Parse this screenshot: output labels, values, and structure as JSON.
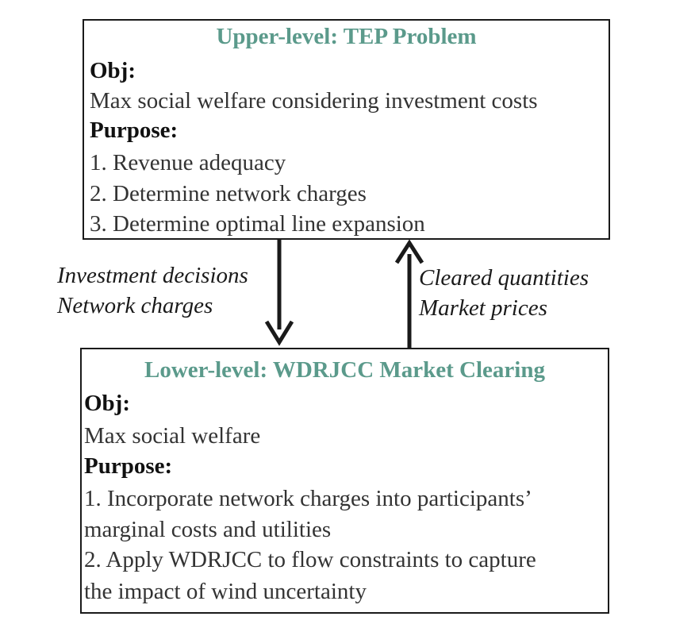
{
  "upper": {
    "title": "Upper-level: TEP Problem",
    "obj_label": "Obj:",
    "obj_text": "Max social welfare considering investment costs",
    "purpose_label": "Purpose:",
    "items": [
      "1. Revenue adequacy",
      "2. Determine network charges",
      "3. Determine optimal line expansion"
    ]
  },
  "lower": {
    "title": "Lower-level: WDRJCC Market Clearing",
    "obj_label": "Obj:",
    "obj_text": "Max social welfare",
    "purpose_label": "Purpose:",
    "items": [
      "1. Incorporate network charges into participants’",
      "marginal costs and utilities",
      "2. Apply WDRJCC to flow constraints to capture",
      "the impact of wind uncertainty"
    ]
  },
  "down_arrow": {
    "labels": [
      "Investment decisions",
      "Network charges"
    ]
  },
  "up_arrow": {
    "labels": [
      "Cleared quantities",
      "Market prices"
    ]
  },
  "colors": {
    "title": "#5b9a8b",
    "border": "#1a1a1a"
  }
}
